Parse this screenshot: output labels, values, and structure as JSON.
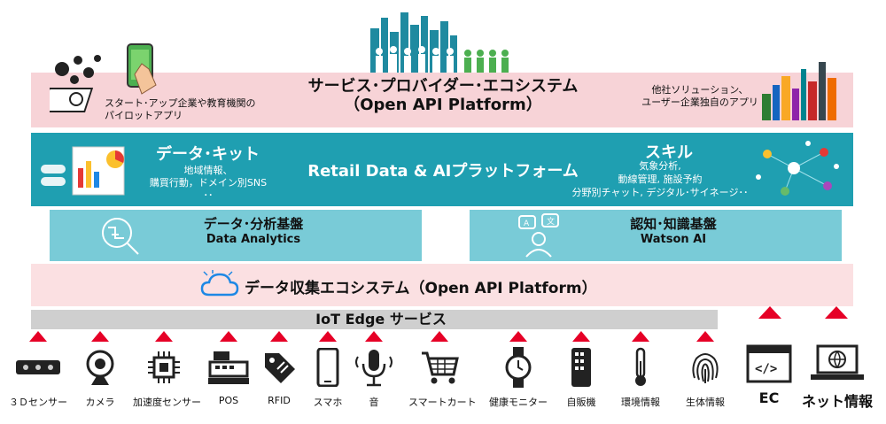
{
  "service_layer": {
    "title": "サービス･プロバイダー･エコシステム",
    "subtitle": "（Open API Platform）",
    "left_note": "スタート･アップ企業や教育機関の\nパイロットアプリ",
    "right_note": "他社ソリューション、\nユーザー企業独自のアプリ"
  },
  "retail_layer": {
    "title": "Retail Data & AIプラットフォーム",
    "datakit_title": "データ･キット",
    "datakit_items": "地域情報、\n購買行動，ドメイン別SNS\n･･",
    "skill_title": "スキル",
    "skill_items": "気象分析,\n動線管理, 施設予約\n分野別チャット, デジタル･サイネージ･･"
  },
  "analytics": {
    "title": "データ･分析基盤",
    "subtitle": "Data Analytics"
  },
  "cognitive": {
    "title": "認知･知識基盤",
    "subtitle": "Watson AI"
  },
  "collection": {
    "title": "データ収集エコシステム（Open API Platform）"
  },
  "iot": {
    "title": "IoT Edge サービス"
  },
  "devices": [
    {
      "label": "３Ｄセンサー",
      "icon": "3d-sensor-icon"
    },
    {
      "label": "カメラ",
      "icon": "webcam-icon"
    },
    {
      "label": "加速度センサー",
      "icon": "chip-icon"
    },
    {
      "label": "POS",
      "icon": "cash-register-icon"
    },
    {
      "label": "RFID",
      "icon": "rfid-tag-icon"
    },
    {
      "label": "スマホ",
      "icon": "smartphone-icon"
    },
    {
      "label": "音",
      "icon": "microphone-icon"
    },
    {
      "label": "スマートカート",
      "icon": "shopping-cart-icon"
    },
    {
      "label": "健康モニター",
      "icon": "smartwatch-icon"
    },
    {
      "label": "自販機",
      "icon": "vending-machine-icon"
    },
    {
      "label": "環境情報",
      "icon": "thermometer-icon"
    },
    {
      "label": "生体情報",
      "icon": "fingerprint-icon"
    },
    {
      "label": "EC",
      "icon": "code-window-icon"
    },
    {
      "label": "ネット情報",
      "icon": "laptop-globe-icon"
    }
  ],
  "colors": {
    "pink": "#f7d3d7",
    "teal": "#1f9fb1",
    "light_teal": "#79cbd7",
    "gray": "#cfcfcf",
    "arrow_red": "#e60026"
  }
}
